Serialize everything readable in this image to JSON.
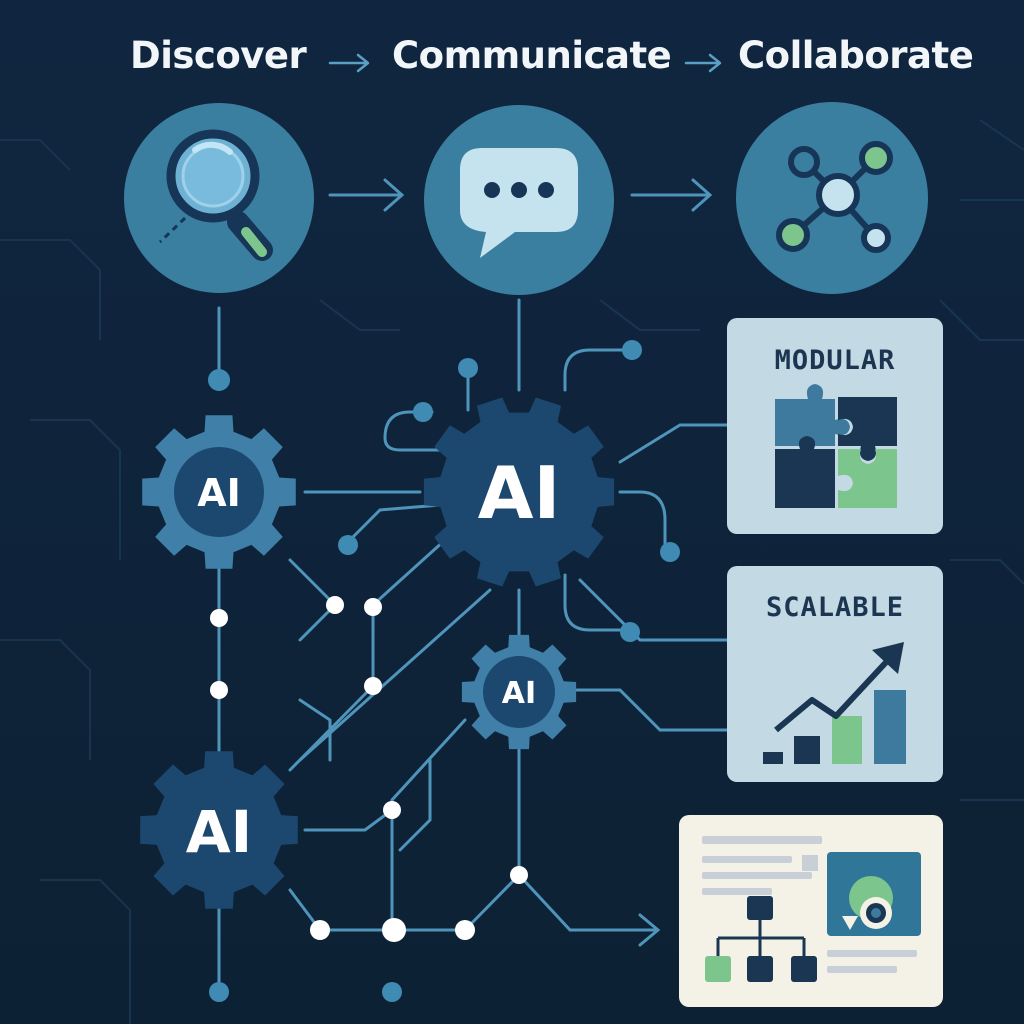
{
  "title": {
    "step1": "Discover",
    "step2": "Communicate",
    "step3": "Collaborate"
  },
  "gears": {
    "left_top": "AI",
    "center_large": "AI",
    "center_small": "AI",
    "left_bottom": "AI"
  },
  "cards": {
    "modular": "MODULAR",
    "scalable": "SCALABLE"
  },
  "colors": {
    "background": "#0f2438",
    "circle_fill": "#3a7ea0",
    "gear_fill": "#3f7fa8",
    "gear_dark": "#1c4870",
    "card_blue": "#c3d9e3",
    "card_cream": "#f4f2e6",
    "accent_green": "#7cc58c",
    "line": "#4f94ba"
  }
}
